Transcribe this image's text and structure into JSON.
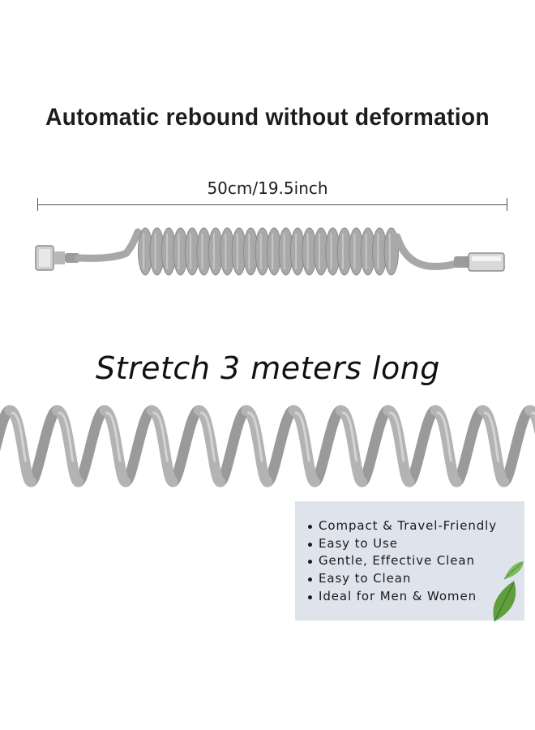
{
  "headline": "Automatic rebound without deformation",
  "dimension_label": "50cm/19.5inch",
  "stretch_label": "Stretch 3 meters long",
  "features": [
    "Compact & Travel-Friendly",
    "Easy to Use",
    "Gentle, Effective Clean",
    "Easy to Clean",
    "Ideal for Men & Women"
  ],
  "colors": {
    "hose": "#a9a9a9",
    "hose_dark": "#8c8c8c",
    "panel": "#dfe3ec",
    "leaf": "#6aa84f"
  },
  "icons": [
    "coiled-hose-image",
    "stretched-hose-image",
    "leaf-icon"
  ]
}
